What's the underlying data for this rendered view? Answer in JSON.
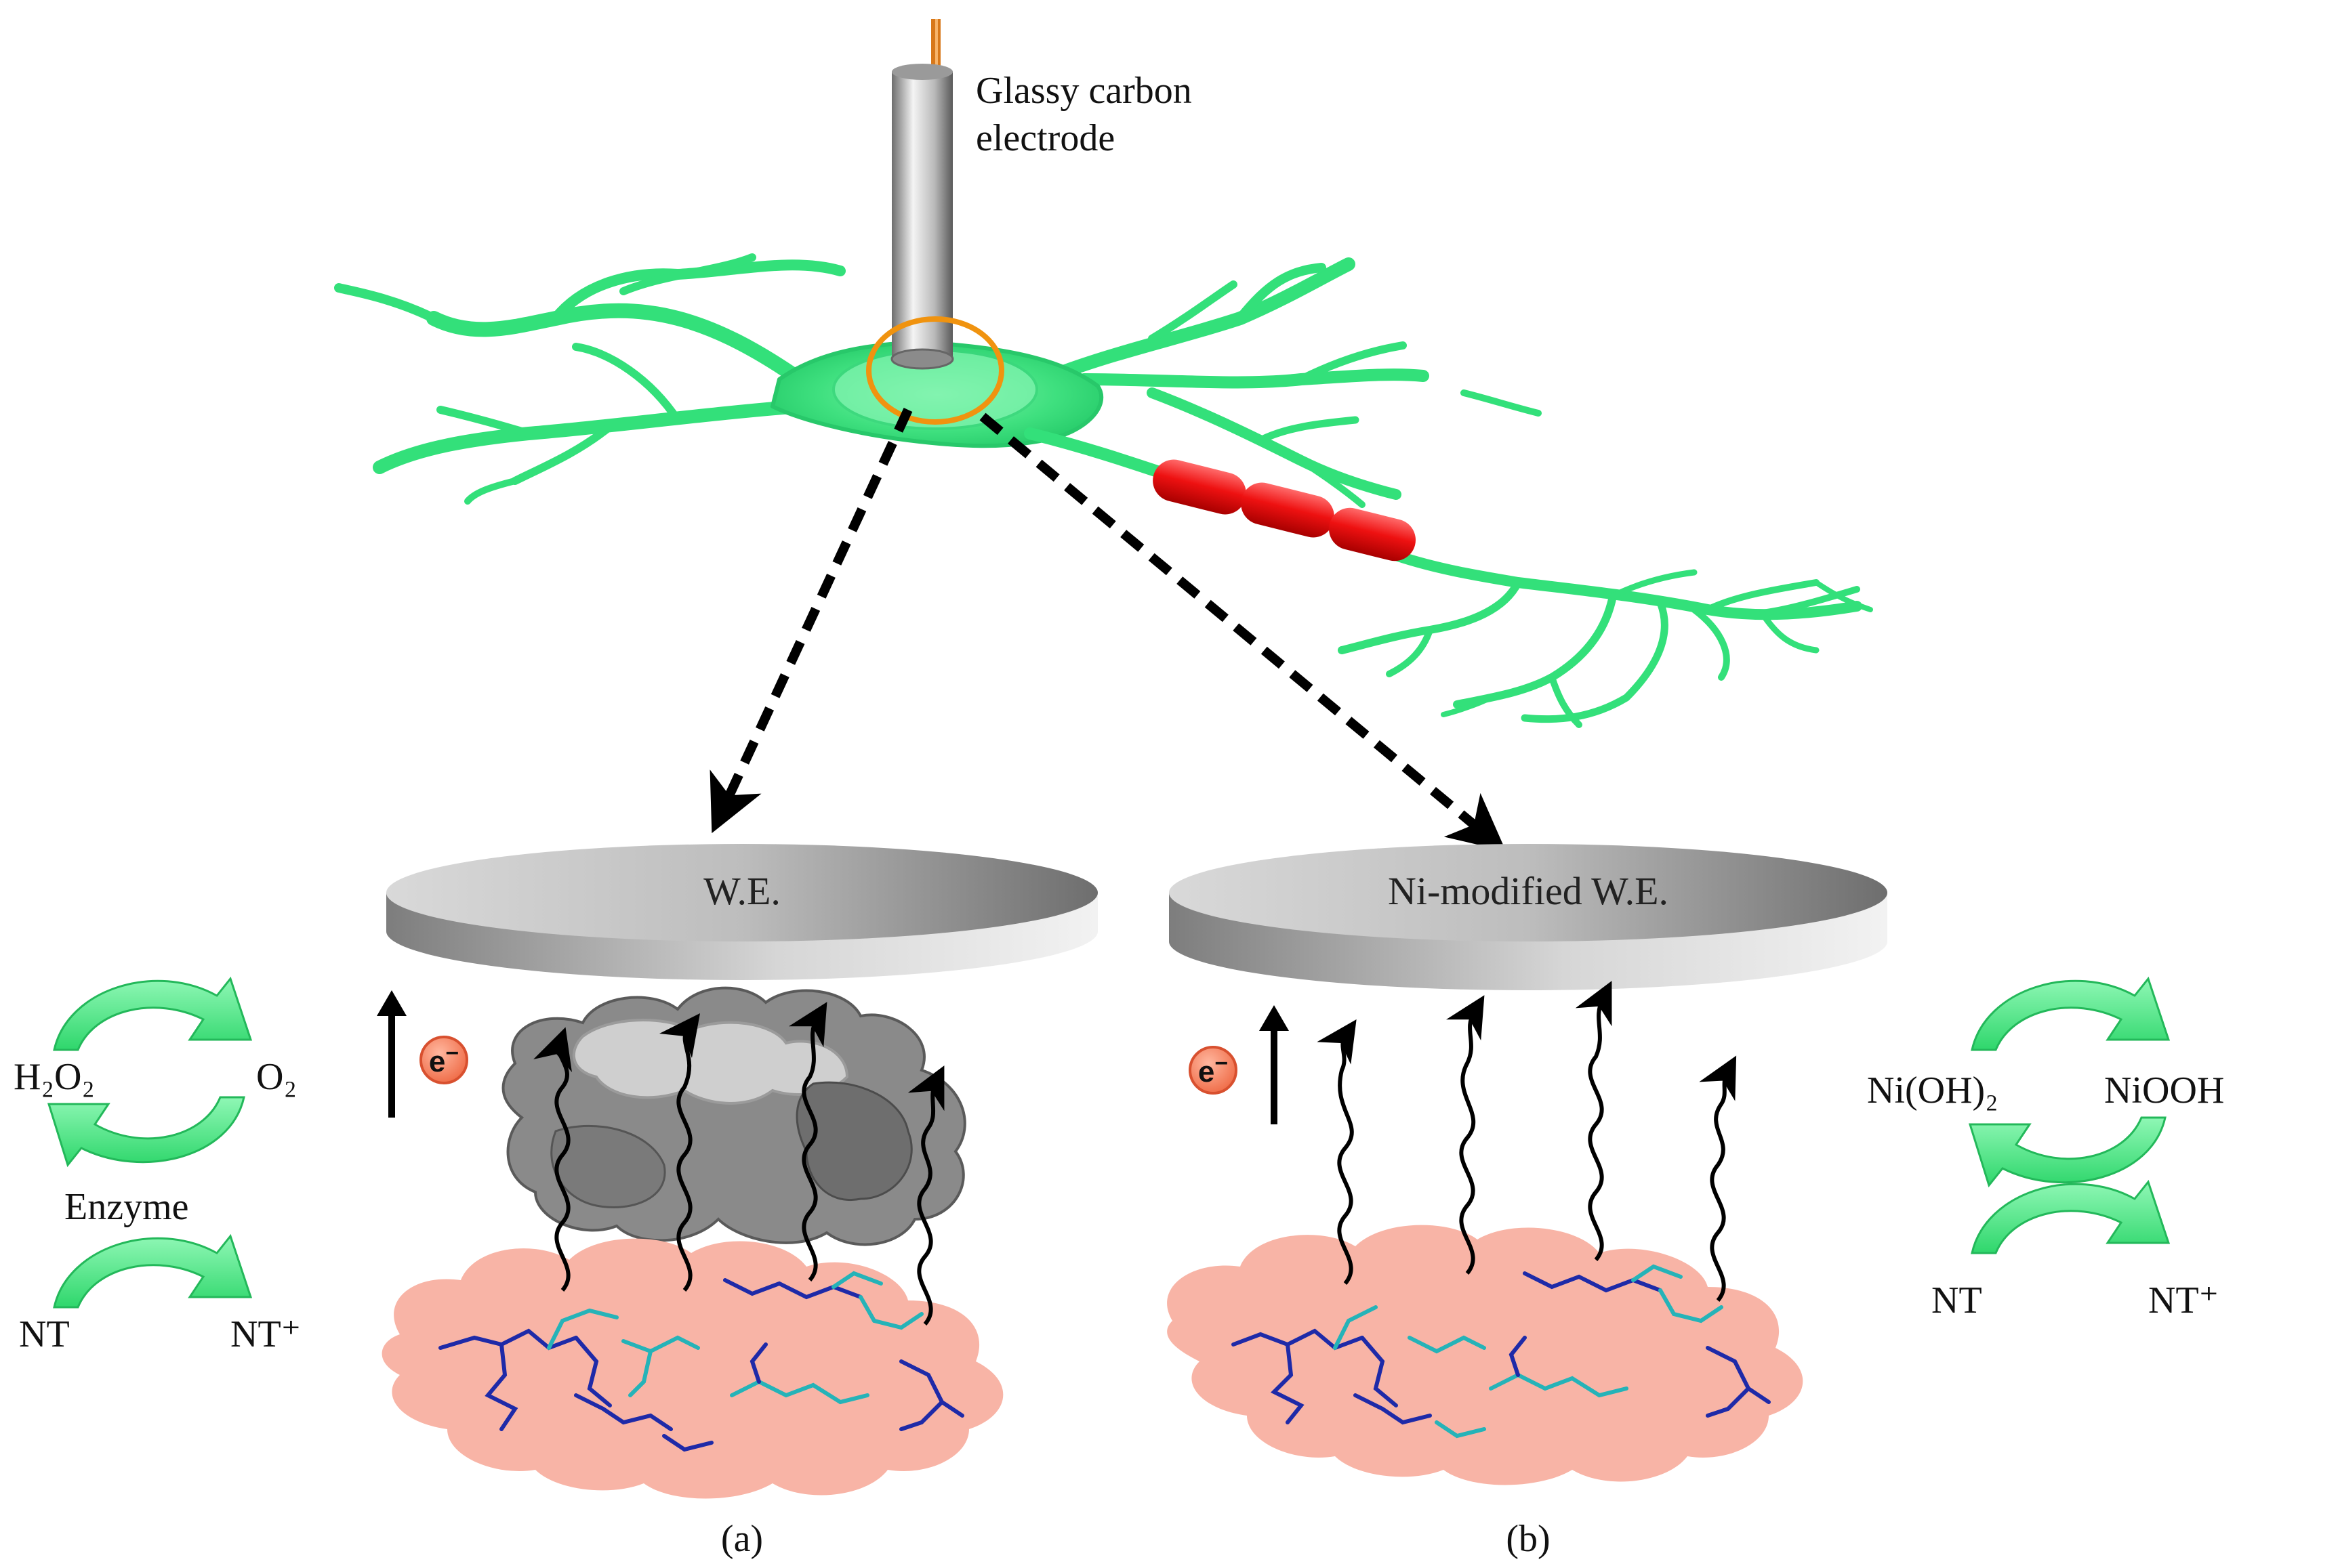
{
  "electrode_label": [
    "Glassy carbon",
    "electrode"
  ],
  "panel_a": {
    "plate_label": "W.E.",
    "electron": "e",
    "electron_charge": "−",
    "cycle_left": {
      "h2o2": "H₂O₂",
      "o2": "O₂"
    },
    "enzyme_label": "Enzyme",
    "nt": "NT",
    "nt_plus": "NT⁺",
    "caption": "(a)"
  },
  "panel_b": {
    "plate_label": "Ni-modified W.E.",
    "electron": "e",
    "electron_charge": "−",
    "ni_oh2": "Ni(OH)₂",
    "niooh": "NiOOH",
    "nt": "NT",
    "nt_plus": "NT⁺",
    "caption": "(b)"
  },
  "colors": {
    "neuron": "#33e07a",
    "myelin": "#e81010",
    "highlight_circle": "#f0930f",
    "cloud": "#f8b4a6",
    "molecule_dark": "#1e2aa8",
    "molecule_light": "#25b3b8",
    "cycle_arrow": "#4ff08a",
    "electron_badge": "#f37a5a"
  }
}
